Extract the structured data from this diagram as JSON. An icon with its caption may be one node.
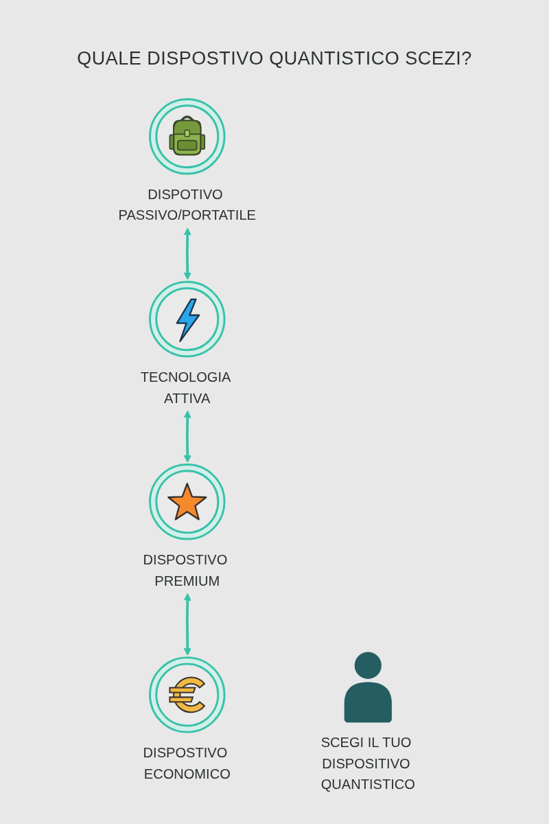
{
  "diagram": {
    "title": "QUALE DISPOSTIVO QUANTISTICO SCEZI?",
    "nodes": [
      {
        "text": [
          "DISPOTIVO PASSIVO/PORTATILE"
        ]
      },
      {
        "text": [
          "TECNOLOGIA ATTIVA"
        ]
      },
      {
        "text": [
          "DISPOSTIVO PREMIUM"
        ]
      },
      {
        "text": [
          "DISPOSTIVO ECONOMICO"
        ]
      },
      {
        "text": [
          "SCEGI IL TUO DISPOSITIVO QUANTISTICO"
        ]
      }
    ],
    "edges": [
      {
        "from": 3,
        "to": 2,
        "arrow": "both"
      },
      {
        "from": 2,
        "to": 1,
        "arrow": "both"
      },
      {
        "from": 1,
        "to": 0,
        "arrow": "both"
      }
    ]
  }
}
